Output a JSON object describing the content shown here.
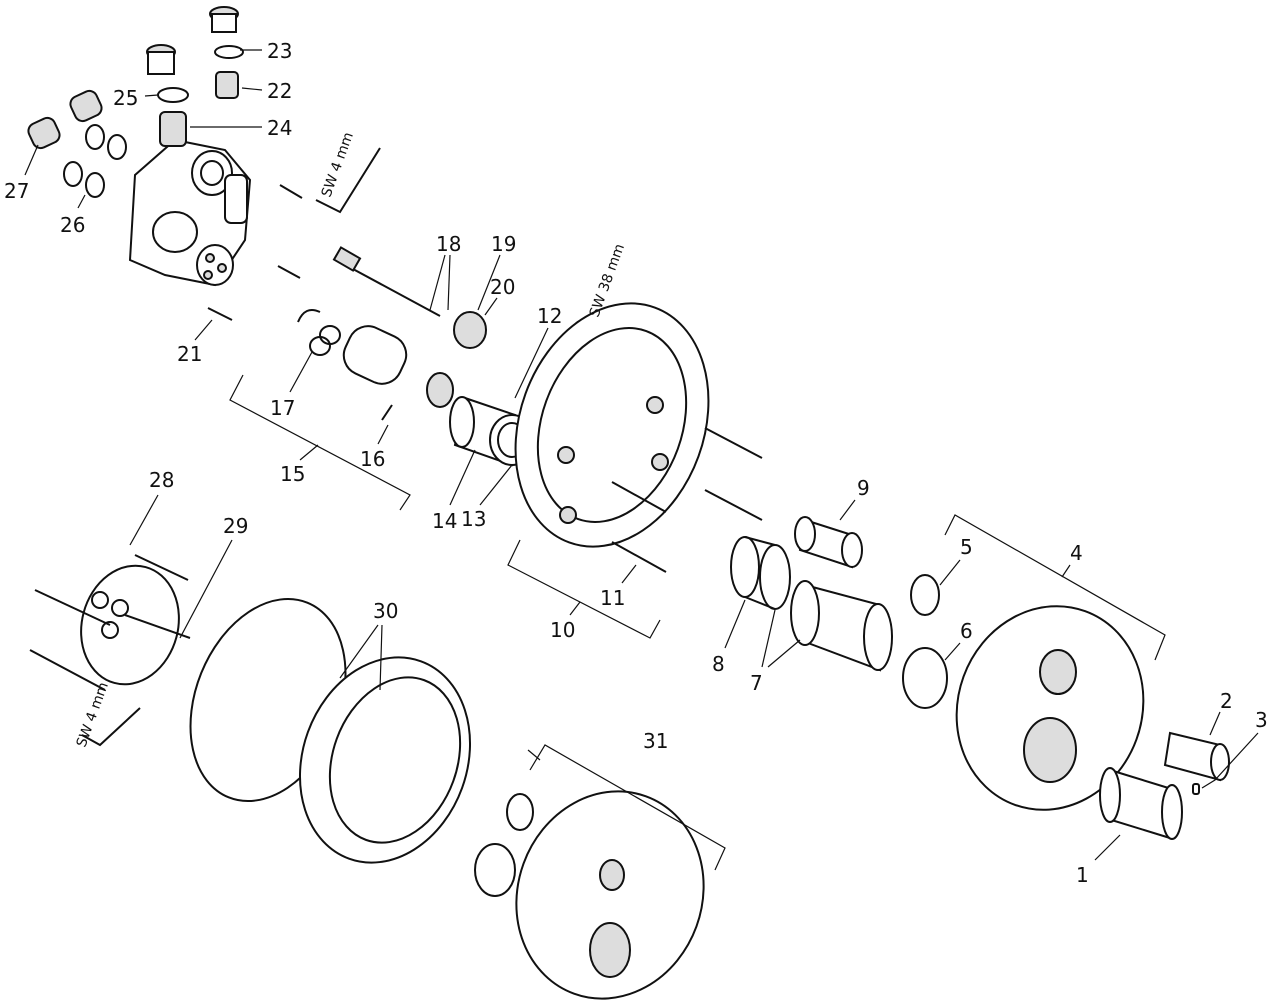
{
  "diagram": {
    "labels": {
      "p1": "1",
      "p2": "2",
      "p3": "3",
      "p4": "4",
      "p5": "5",
      "p6": "6",
      "p7": "7",
      "p8": "8",
      "p9": "9",
      "p10": "10",
      "p11": "11",
      "p12": "12",
      "p13": "13",
      "p14": "14",
      "p15": "15",
      "p16": "16",
      "p17": "17",
      "p18": "18",
      "p19": "19",
      "p20": "20",
      "p21": "21",
      "p22": "22",
      "p23": "23",
      "p24": "24",
      "p25": "25",
      "p26": "26",
      "p27": "27",
      "p28": "28",
      "p29": "29",
      "p30": "30",
      "p31": "31"
    },
    "tools": {
      "hex_key_top": "SW 4 mm",
      "wrench": "SW 38 mm",
      "hex_key_bottom": "SW 4 mm"
    }
  }
}
